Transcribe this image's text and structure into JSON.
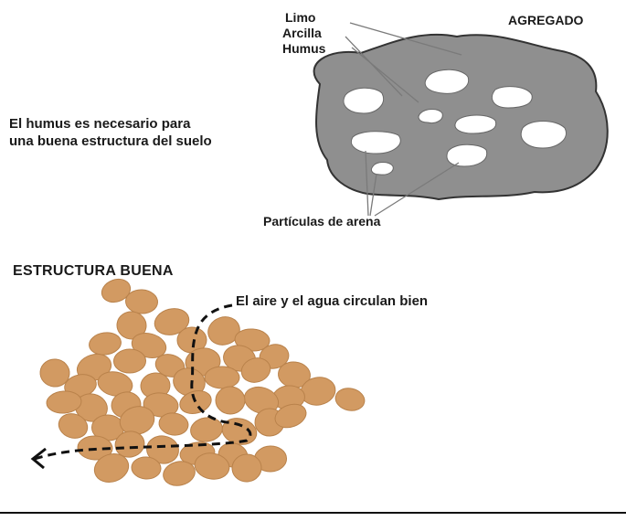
{
  "aggregate": {
    "title": "AGREGADO",
    "components": [
      "Limo",
      "Arcilla",
      "Humus"
    ],
    "note_lines": [
      "El humus es necesario para",
      "una buena estructura del suelo"
    ],
    "sand_label": "Partículas de arena",
    "colors": {
      "aggregate_fill": "#8f8f8f",
      "sand_fill": "#ffffff"
    }
  },
  "structure": {
    "title": "ESTRUCTURA BUENA",
    "flow_label": "El aire y el agua circulan bien",
    "colors": {
      "particle_fill": "#d29a62",
      "particle_edge": "#b9824b",
      "flow_line": "#111111"
    }
  }
}
